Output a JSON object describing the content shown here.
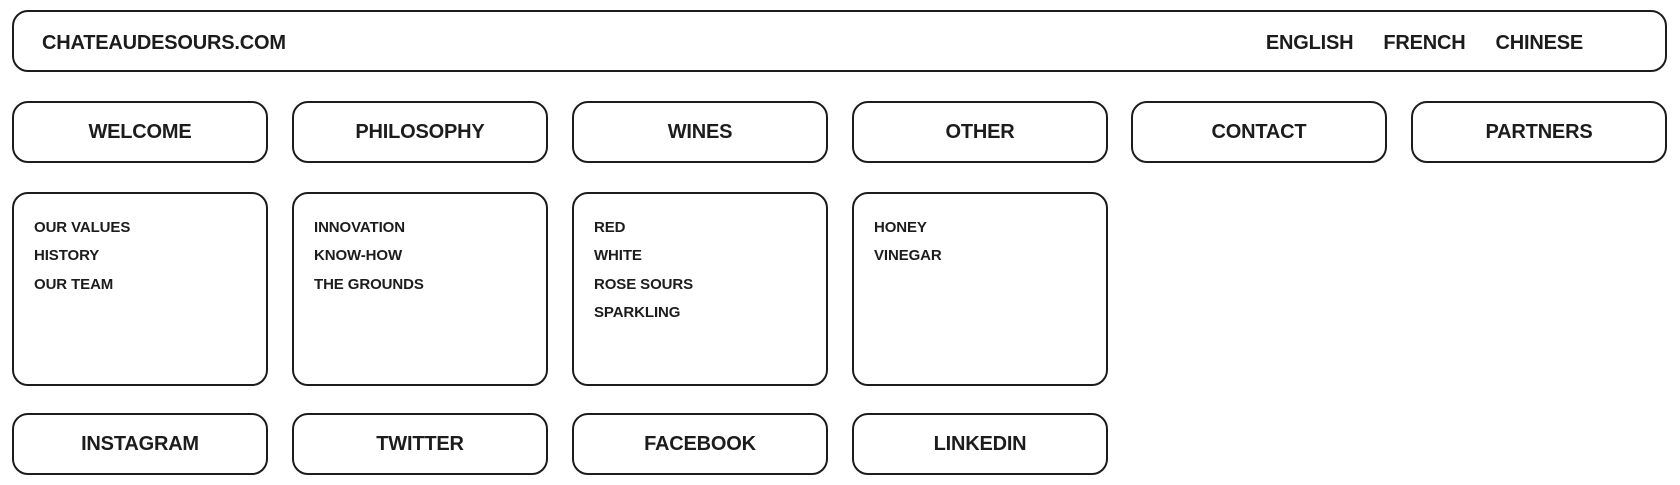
{
  "header": {
    "brand": "CHATEAUDESOURS.COM",
    "languages": [
      "ENGLISH",
      "FRENCH",
      "CHINESE"
    ]
  },
  "nav": [
    "WELCOME",
    "PHILOSOPHY",
    "WINES",
    "OTHER",
    "CONTACT",
    "PARTNERS"
  ],
  "submenus": {
    "welcome": [
      "OUR VALUES",
      "HISTORY",
      "OUR TEAM"
    ],
    "philosophy": [
      "INNOVATION",
      "KNOW-HOW",
      "THE GROUNDS"
    ],
    "wines": [
      "RED",
      "WHITE",
      "ROSE SOURS",
      "SPARKLING"
    ],
    "other": [
      "HONEY",
      "VINEGAR"
    ]
  },
  "social": [
    "INSTAGRAM",
    "TWITTER",
    "FACEBOOK",
    "LINKEDIN"
  ]
}
